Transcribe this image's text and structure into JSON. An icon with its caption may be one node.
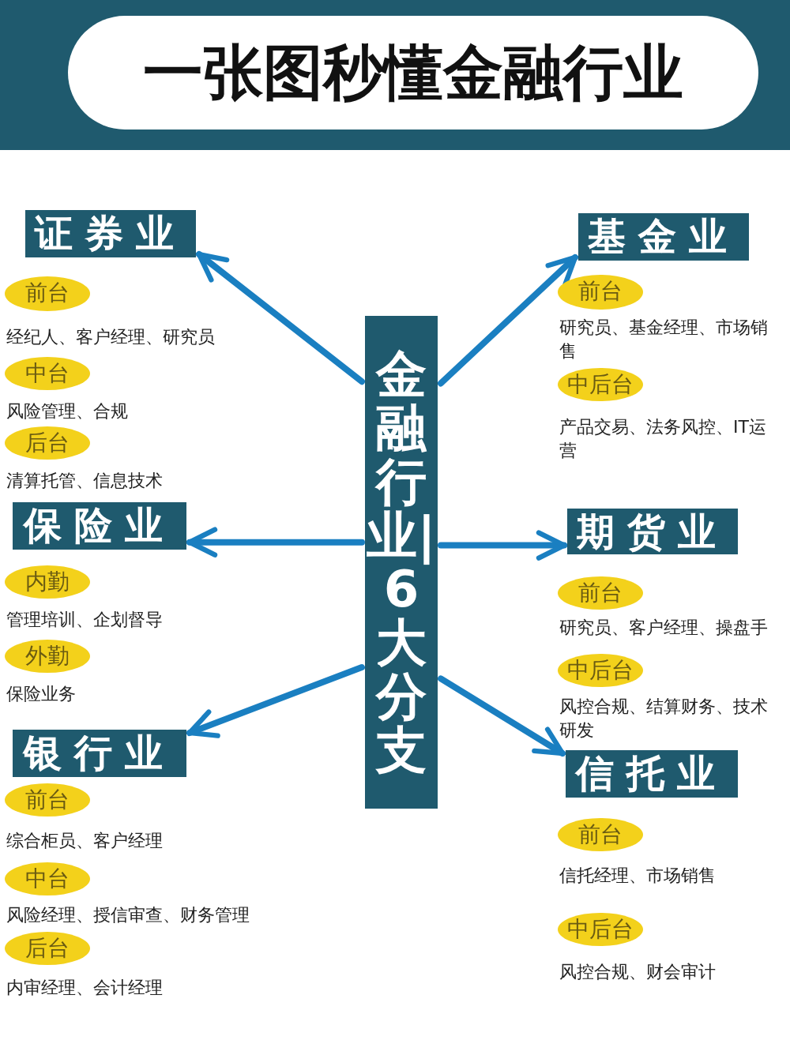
{
  "diagram": {
    "title": "一张图秒懂金融行业",
    "nodes": [
      {
        "text": [
          "金融行业|6大分支"
        ]
      },
      {
        "text": [
          "证券业"
        ]
      },
      {
        "text": [
          "前台"
        ],
        "beside": [
          "经纪人、客户经理、研究员"
        ]
      },
      {
        "text": [
          "中台"
        ],
        "beside": [
          "风险管理、合规"
        ]
      },
      {
        "text": [
          "后台"
        ],
        "beside": [
          "清算托管、信息技术"
        ]
      },
      {
        "text": [
          "保险业"
        ]
      },
      {
        "text": [
          "内勤"
        ],
        "beside": [
          "管理培训、企划督导"
        ]
      },
      {
        "text": [
          "外勤"
        ],
        "beside": [
          "保险业务"
        ]
      },
      {
        "text": [
          "银行业"
        ]
      },
      {
        "text": [
          "前台"
        ],
        "beside": [
          "综合柜员、客户经理"
        ]
      },
      {
        "text": [
          "中台"
        ],
        "beside": [
          "风险经理、授信审查、财务管理"
        ]
      },
      {
        "text": [
          "后台"
        ],
        "beside": [
          "内审经理、会计经理"
        ]
      },
      {
        "text": [
          "基金业"
        ]
      },
      {
        "text": [
          "前台"
        ],
        "beside": [
          "研究员、基金经理、市场销售"
        ]
      },
      {
        "text": [
          "中后台"
        ],
        "beside": [
          "产品交易、法务风控、IT运营"
        ]
      },
      {
        "text": [
          "期货业"
        ]
      },
      {
        "text": [
          "前台"
        ],
        "beside": [
          "研究员、客户经理、操盘手"
        ]
      },
      {
        "text": [
          "中后台"
        ],
        "beside": [
          "风控合规、结算财务、技术研发"
        ]
      },
      {
        "text": [
          "信托业"
        ]
      },
      {
        "text": [
          "前台"
        ],
        "beside": [
          "信托经理、市场销售"
        ]
      },
      {
        "text": [
          "中后台"
        ],
        "beside": [
          "风控合规、财会审计"
        ]
      }
    ],
    "edges": [
      {
        "from": 0,
        "to": 1,
        "arrow": "to"
      },
      {
        "from": 0,
        "to": 5,
        "arrow": "to"
      },
      {
        "from": 0,
        "to": 8,
        "arrow": "to"
      },
      {
        "from": 0,
        "to": 12,
        "arrow": "to"
      },
      {
        "from": 0,
        "to": 15,
        "arrow": "to"
      },
      {
        "from": 0,
        "to": 18,
        "arrow": "to"
      }
    ]
  }
}
